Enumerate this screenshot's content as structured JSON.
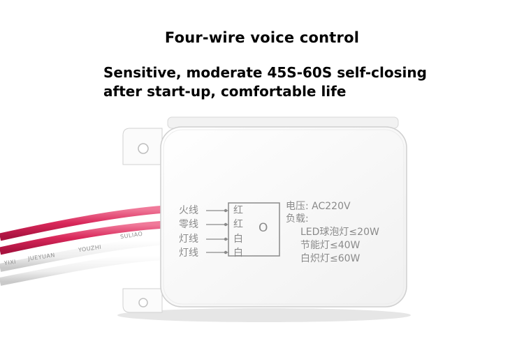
{
  "headline": "Four-wire voice control",
  "subtitle_line1": "Sensitive, moderate 45S-60S self-closing",
  "subtitle_line2": "after start-up, comfortable life",
  "device": {
    "wire_labels": [
      "火线",
      "零线",
      "灯线",
      "灯线"
    ],
    "pin_labels": [
      "红",
      "红",
      "白",
      "白"
    ],
    "switch_symbol": "O",
    "voltage": "电压: AC220V",
    "load_label": "负载:",
    "loads": [
      "LED球泡灯≤20W",
      "节能灯≤40W",
      "白炽灯≤60W"
    ]
  },
  "cable_print": [
    "YIXI",
    "JUEYUAN",
    "YOUZHI",
    "SULIAO"
  ]
}
